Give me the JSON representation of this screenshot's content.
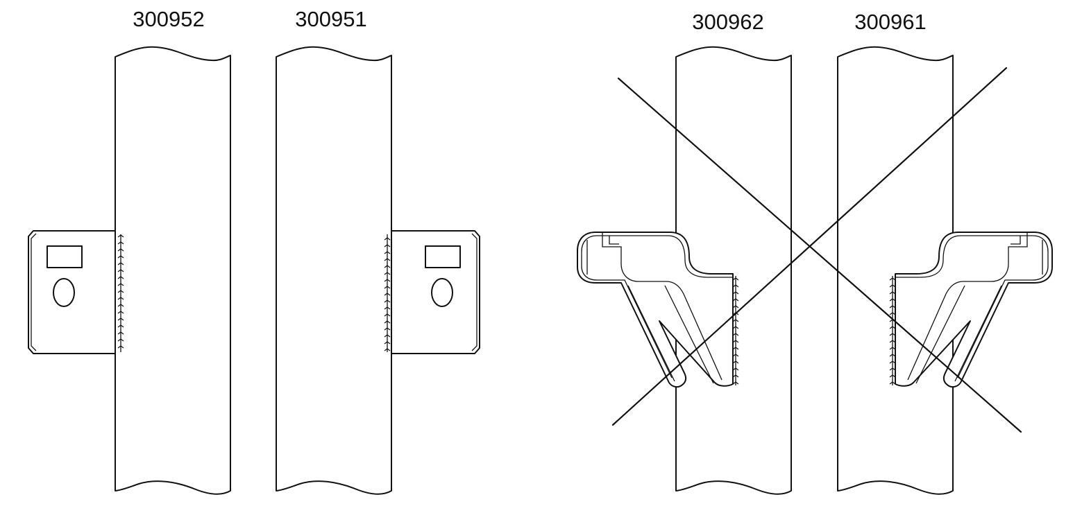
{
  "parts": [
    {
      "id": "p1",
      "label": "300952",
      "crossed": false
    },
    {
      "id": "p2",
      "label": "300951",
      "crossed": false
    },
    {
      "id": "p3",
      "label": "300962",
      "crossed": true
    },
    {
      "id": "p4",
      "label": "300961",
      "crossed": true
    }
  ],
  "colors": {
    "line": "#111111",
    "background": "#ffffff"
  }
}
